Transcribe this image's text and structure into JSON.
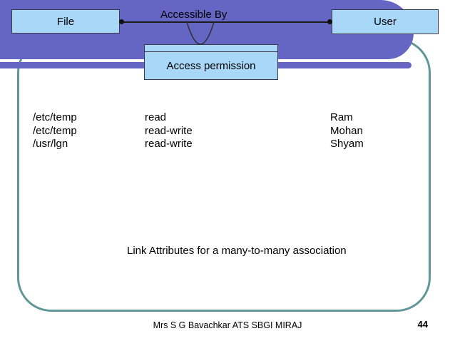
{
  "slide": {
    "caption": "Link Attributes for a many-to-many association",
    "footer": {
      "credit": "Mrs S G Bavachkar ATS SBGI MIRAJ",
      "page_number": "44"
    }
  },
  "diagram": {
    "file_box": "File",
    "user_box": "User",
    "association_label": "Accessible By",
    "link_attribute_box": "Access permission"
  },
  "link_table": {
    "rows": [
      {
        "file": "/etc/temp",
        "permission": "read",
        "user": "Ram"
      },
      {
        "file": "/etc/temp",
        "permission": "read-write",
        "user": "Mohan"
      },
      {
        "file": "/usr/lgn",
        "permission": "read-write",
        "user": "Shyam"
      }
    ]
  },
  "colors": {
    "banner_purple": "#6565C4",
    "banner_dark_purple": "#504C9E",
    "entity_fill": "#A8D7F8",
    "frame_teal": "#5F9798"
  }
}
